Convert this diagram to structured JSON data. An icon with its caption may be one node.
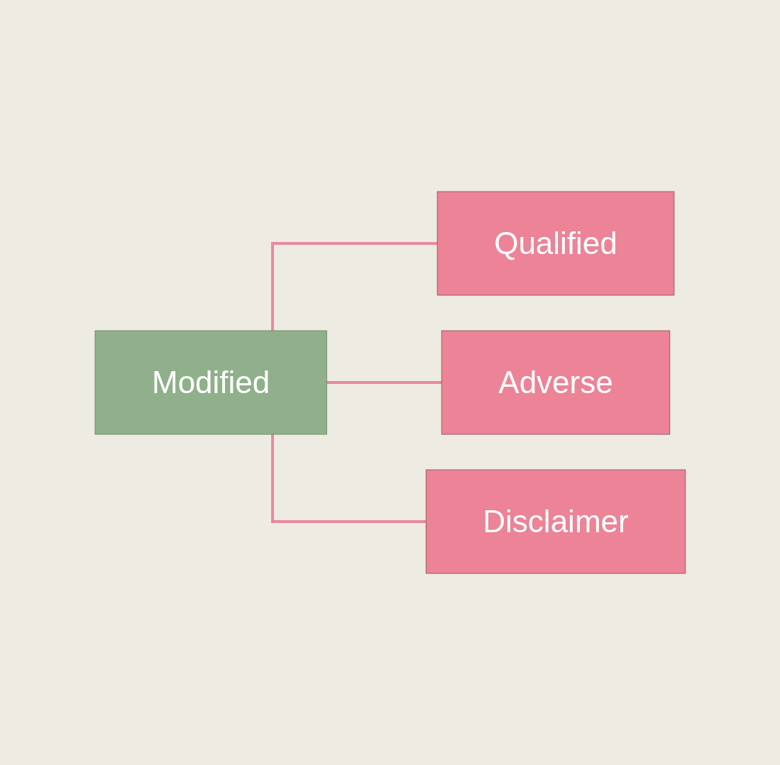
{
  "diagram": {
    "nodes": [
      {
        "text": [
          "Modified"
        ]
      },
      {
        "text": [
          "Qualified"
        ]
      },
      {
        "text": [
          "Adverse"
        ]
      },
      {
        "text": [
          "Disclaimer"
        ]
      }
    ],
    "edges": [
      {
        "from": 0,
        "to": 1,
        "arrow": "none"
      },
      {
        "from": 0,
        "to": 2,
        "arrow": "none"
      },
      {
        "from": 0,
        "to": 3,
        "arrow": "none"
      }
    ]
  }
}
